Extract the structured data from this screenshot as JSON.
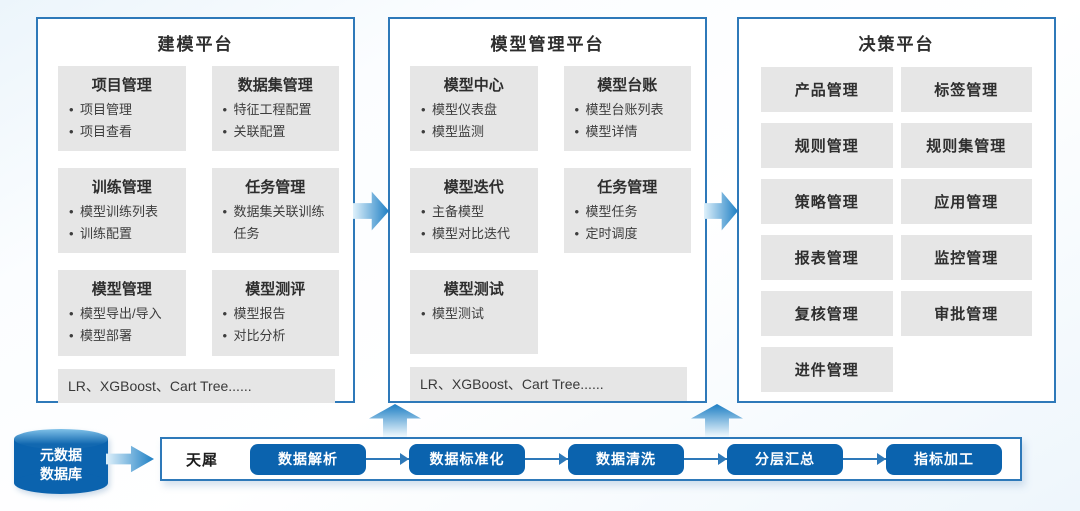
{
  "panels": {
    "modeling": {
      "title": "建模平台",
      "cards": [
        {
          "title": "项目管理",
          "items": [
            "项目管理",
            "项目查看"
          ]
        },
        {
          "title": "数据集管理",
          "items": [
            "特征工程配置",
            "关联配置"
          ]
        },
        {
          "title": "训练管理",
          "items": [
            "模型训练列表",
            "训练配置"
          ]
        },
        {
          "title": "任务管理",
          "items": [
            "数据集关联训练任务"
          ]
        },
        {
          "title": "模型管理",
          "items": [
            "模型导出/导入",
            "模型部署"
          ]
        },
        {
          "title": "模型测评",
          "items": [
            "模型报告",
            "对比分析"
          ]
        }
      ],
      "footer": "LR、XGBoost、Cart Tree......"
    },
    "management": {
      "title": "模型管理平台",
      "cards": [
        {
          "title": "模型中心",
          "items": [
            "模型仪表盘",
            "模型监测"
          ]
        },
        {
          "title": "模型台账",
          "items": [
            "模型台账列表",
            "模型详情"
          ]
        },
        {
          "title": "模型迭代",
          "items": [
            "主备模型",
            "模型对比迭代"
          ]
        },
        {
          "title": "任务管理",
          "items": [
            "模型任务",
            "定时调度"
          ]
        },
        {
          "title": "模型测试",
          "items": [
            "模型测试"
          ]
        }
      ],
      "footer": "LR、XGBoost、Cart Tree......"
    },
    "decision": {
      "title": "决策平台",
      "tiles": [
        "产品管理",
        "标签管理",
        "规则管理",
        "规则集管理",
        "策略管理",
        "应用管理",
        "报表管理",
        "监控管理",
        "复核管理",
        "审批管理",
        "进件管理"
      ]
    }
  },
  "bottom": {
    "database_lines": [
      "元数据",
      "数据库"
    ],
    "flow_label": "天犀",
    "steps": [
      "数据解析",
      "数据标准化",
      "数据清洗",
      "分层汇总",
      "指标加工"
    ]
  },
  "colors": {
    "panel-border": "#2E79B9",
    "button-blue": "#0B63AE",
    "card-gray": "#E6E6E6",
    "arrow-dark": "#1E7FC4",
    "arrow-light": "#DFF1FB",
    "text-dark": "#2E2E2E"
  }
}
